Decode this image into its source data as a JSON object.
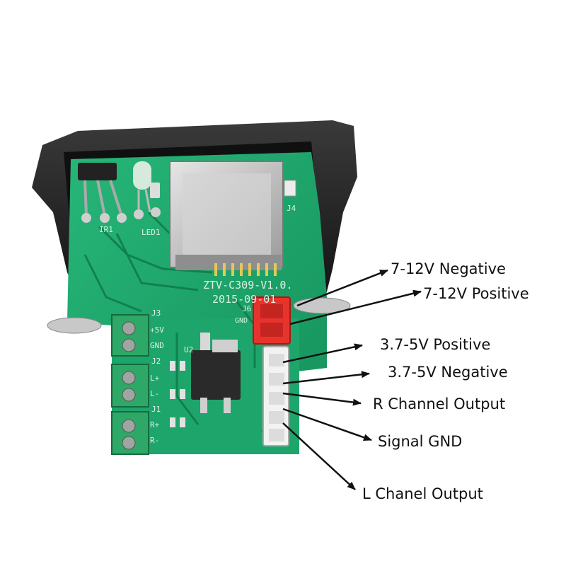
{
  "board": {
    "model": "ZTV-C309-V1.0.",
    "date": "2015-09-01",
    "connectors": [
      "J1",
      "J2",
      "J3",
      "J4",
      "J6"
    ],
    "terminal_labels": [
      "+5V",
      "GND",
      "L+",
      "L-",
      "R+",
      "R-"
    ],
    "components": [
      "LED1",
      "IR1",
      "U2",
      "GND"
    ],
    "colors": {
      "pcb": "#1fa36a",
      "housing": "#1e1e1e",
      "connector_red": "#e8332d",
      "connector_white": "#f2f2f2",
      "metal": "#c8c8c8"
    }
  },
  "callouts": [
    {
      "label": "7-12V Negative"
    },
    {
      "label": "7-12V Positive"
    },
    {
      "label": "3.7-5V Positive"
    },
    {
      "label": "3.7-5V Negative"
    },
    {
      "label": "R Channel Output"
    },
    {
      "label": "Signal GND"
    },
    {
      "label": "L Chanel Output"
    }
  ]
}
